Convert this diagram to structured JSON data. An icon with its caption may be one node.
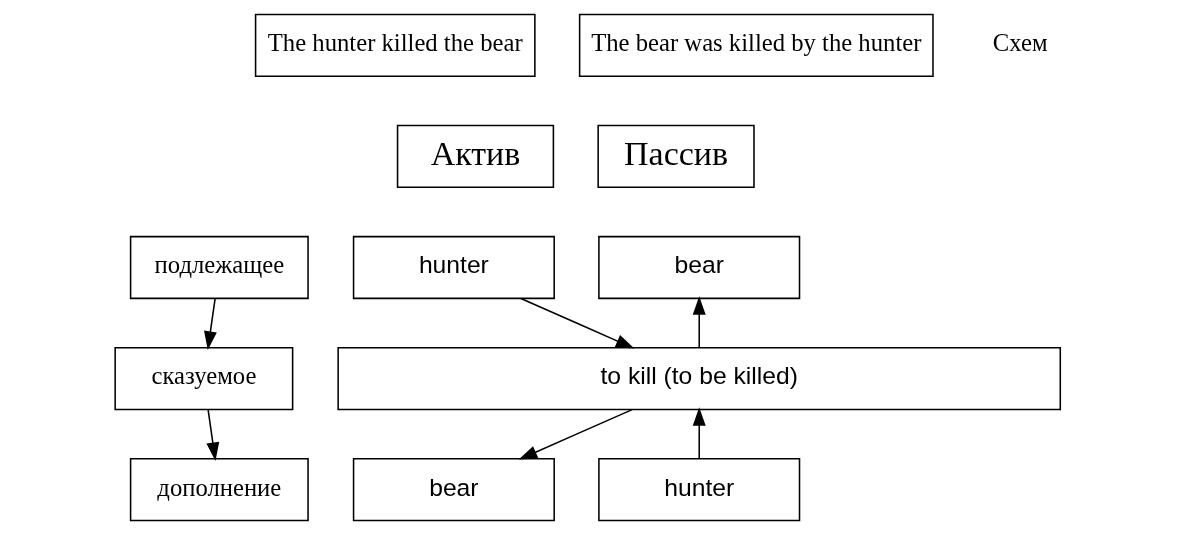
{
  "diagram": {
    "nodes": [
      {
        "text": [
          "The hunter killed the bear"
        ]
      },
      {
        "text": [
          "The bear was killed by the hunter"
        ]
      },
      {
        "text": [
          "Актив"
        ]
      },
      {
        "text": [
          "Пассив"
        ]
      },
      {
        "text": [
          "подлежащее"
        ]
      },
      {
        "text": [
          "hunter"
        ]
      },
      {
        "text": [
          "bear"
        ]
      },
      {
        "text": [
          "сказуемое"
        ]
      },
      {
        "text": [
          "to kill (to be killed)"
        ]
      },
      {
        "text": [
          "дополнение"
        ]
      },
      {
        "text": [
          "bear"
        ]
      },
      {
        "text": [
          "hunter"
        ]
      }
    ],
    "edges": [
      {
        "from": 4,
        "to": 7,
        "arrow": "to"
      },
      {
        "from": 7,
        "to": 9,
        "arrow": "to"
      },
      {
        "from": 5,
        "to": 8,
        "arrow": "to"
      },
      {
        "from": 8,
        "to": 10,
        "arrow": "to"
      },
      {
        "from": 11,
        "to": 8,
        "arrow": "to"
      },
      {
        "from": 8,
        "to": 6,
        "arrow": "to"
      }
    ],
    "labels": [
      "Схем"
    ]
  }
}
